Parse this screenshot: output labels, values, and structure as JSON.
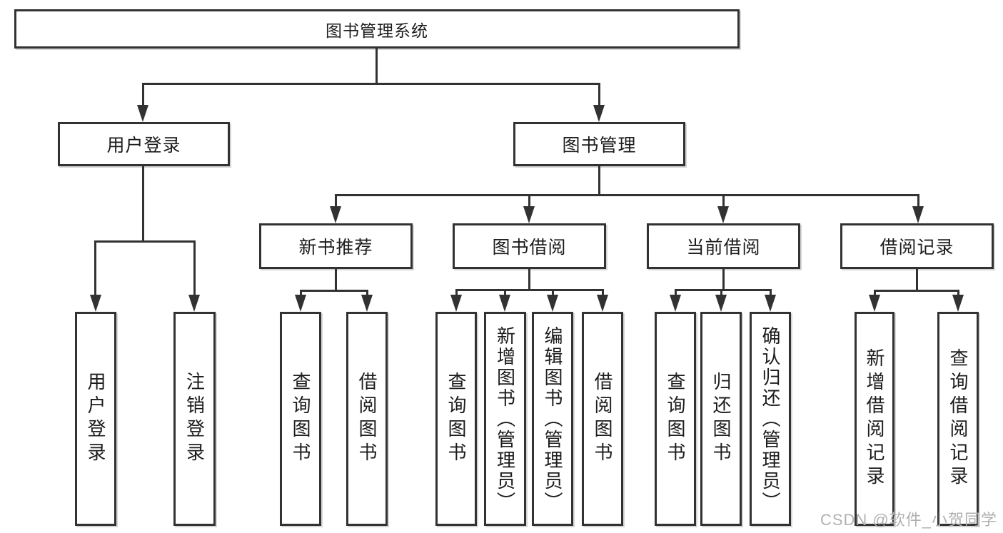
{
  "diagram": {
    "root": {
      "label": "图书管理系统"
    },
    "branches": [
      {
        "label": "用户登录",
        "children": [
          {
            "label": "用户登录"
          },
          {
            "label": "注销登录"
          }
        ]
      },
      {
        "label": "图书管理",
        "children": [
          {
            "label": "新书推荐",
            "children": [
              {
                "label": "查询图书"
              },
              {
                "label": "借阅图书"
              }
            ]
          },
          {
            "label": "图书借阅",
            "children": [
              {
                "label": "查询图书"
              },
              {
                "label": "新增图书（管理员）"
              },
              {
                "label": "编辑图书（管理员）"
              },
              {
                "label": "借阅图书"
              }
            ]
          },
          {
            "label": "当前借阅",
            "children": [
              {
                "label": "查询图书"
              },
              {
                "label": "归还图书"
              },
              {
                "label": "确认归还（管理员）"
              }
            ]
          },
          {
            "label": "借阅记录",
            "children": [
              {
                "label": "新增借阅记录"
              },
              {
                "label": "查询借阅记录"
              }
            ]
          }
        ]
      }
    ]
  },
  "watermark": {
    "text": "CSDN @软件_小贺同学"
  },
  "colors": {
    "line": "#323232",
    "text": "#1c1c1c",
    "background": "#ffffff",
    "watermark": "#b0b0b0"
  }
}
